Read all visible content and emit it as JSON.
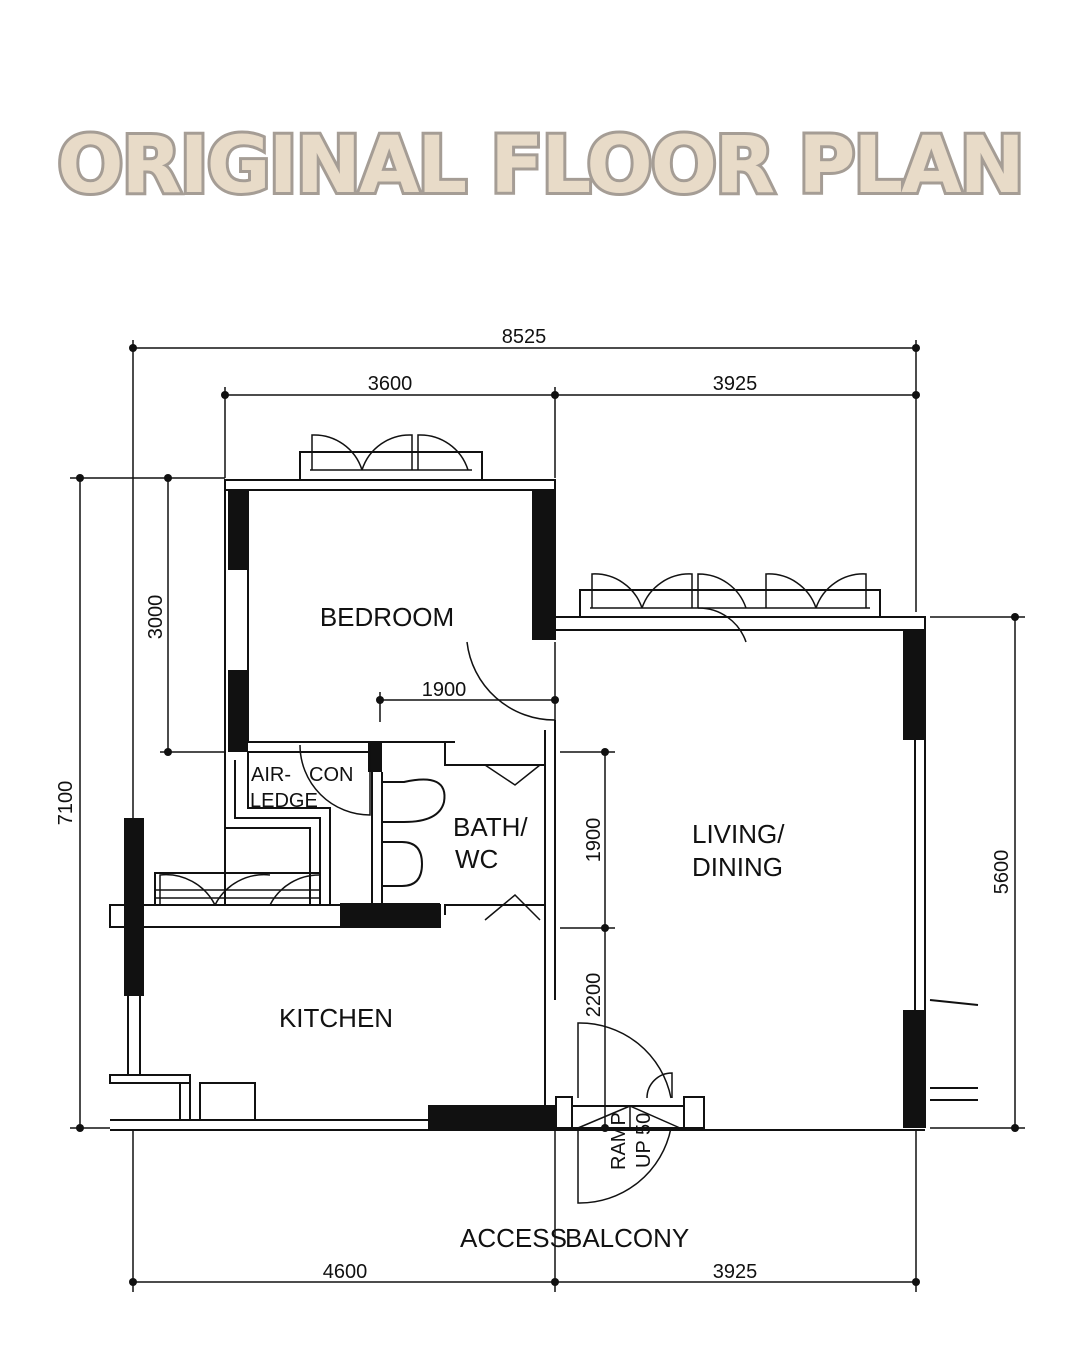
{
  "title": "ORIGINAL FLOOR PLAN",
  "rooms": {
    "bedroom": "BEDROOM",
    "living_1": "LIVING/",
    "living_2": "DINING",
    "bath_1": "BATH/",
    "bath_2": "WC",
    "aircon_1": "AIR-",
    "aircon_2": "CON",
    "aircon_3": "LEDGE",
    "kitchen": "KITCHEN",
    "access_1": "ACCESS",
    "access_2": "BALCONY",
    "ramp_1": "RAMP",
    "ramp_2": "UP 50"
  },
  "dimensions": {
    "overall_width": "8525",
    "bedroom_width": "3600",
    "living_width_top": "3925",
    "overall_depth": "7100",
    "bedroom_depth": "3000",
    "corridor_width": "1900",
    "bath_depth": "1900",
    "entry_depth": "2200",
    "living_depth": "5600",
    "kitchen_width": "4600",
    "living_width_bottom": "3925"
  },
  "colors": {
    "title_fill": "#e8dbc8",
    "title_outline": "#a59d95",
    "lines": "#111111"
  }
}
